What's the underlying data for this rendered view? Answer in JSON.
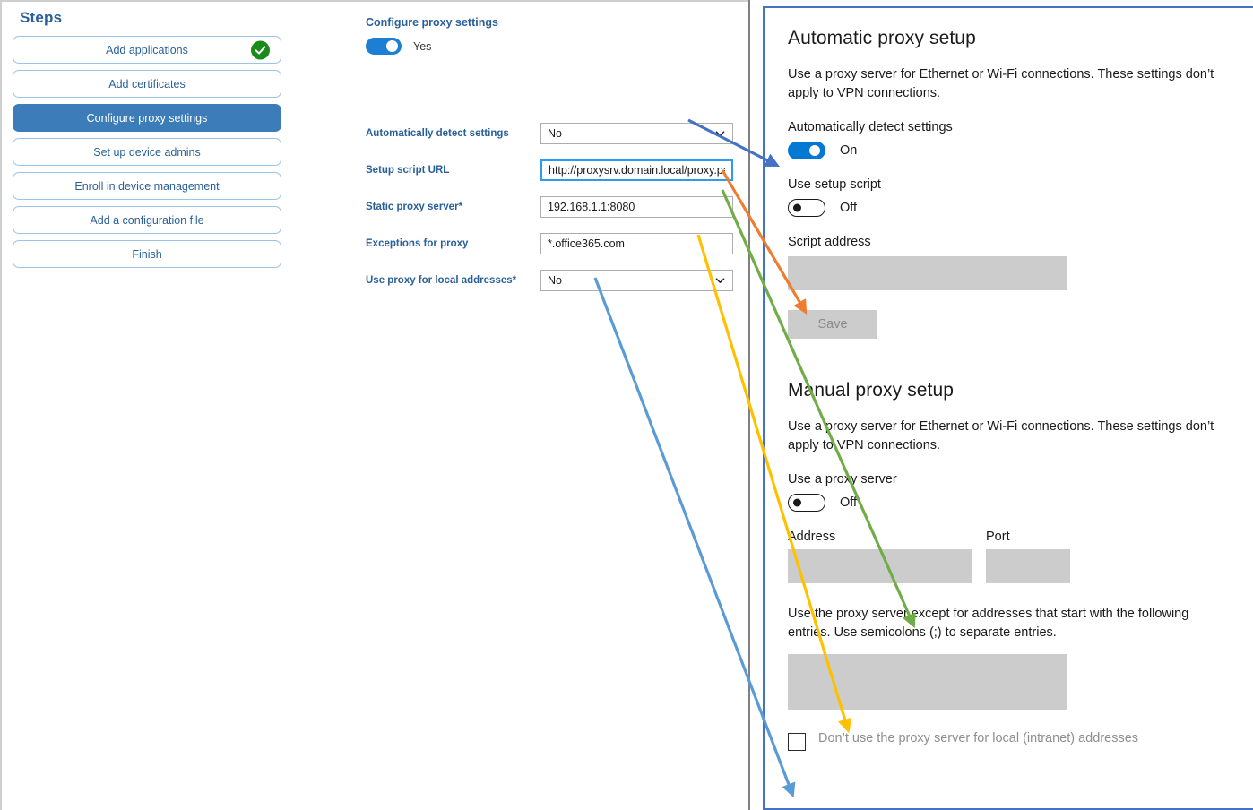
{
  "steps_panel": {
    "title": "Steps",
    "items": [
      {
        "label": "Add applications",
        "active": false,
        "completed": true
      },
      {
        "label": "Add certificates",
        "active": false,
        "completed": false
      },
      {
        "label": "Configure proxy settings",
        "active": true,
        "completed": false
      },
      {
        "label": "Set up device admins",
        "active": false,
        "completed": false
      },
      {
        "label": "Enroll in device management",
        "active": false,
        "completed": false
      },
      {
        "label": "Add a configuration file",
        "active": false,
        "completed": false
      },
      {
        "label": "Finish",
        "active": false,
        "completed": false
      }
    ]
  },
  "form": {
    "title": "Configure proxy settings",
    "toggle_label": "Yes",
    "fields": [
      {
        "label": "Automatically detect settings",
        "required": false,
        "type": "select",
        "value": "No"
      },
      {
        "label": "Setup script URL",
        "required": false,
        "type": "text",
        "value": "http://proxysrv.domain.local/proxy.pa"
      },
      {
        "label": "Static proxy server",
        "required": true,
        "type": "text",
        "value": "192.168.1.1:8080"
      },
      {
        "label": "Exceptions for proxy",
        "required": true,
        "type": "text",
        "value": "*.office365.com"
      },
      {
        "label": "Use proxy for local addresses",
        "required": true,
        "type": "select",
        "value": "No"
      }
    ]
  },
  "settings": {
    "auto": {
      "heading": "Automatic proxy setup",
      "description": "Use a proxy server for Ethernet or Wi-Fi connections. These settings don’t apply to VPN connections.",
      "detect_label": "Automatically detect settings",
      "detect_state": "On",
      "script_label": "Use setup script",
      "script_state": "Off",
      "script_address_label": "Script address",
      "script_address_value": "",
      "save_label": "Save"
    },
    "manual": {
      "heading": "Manual proxy setup",
      "description": "Use a proxy server for Ethernet or Wi-Fi connections. These settings don’t apply to VPN connections.",
      "use_proxy_label": "Use a proxy server",
      "use_proxy_state": "Off",
      "address_label": "Address",
      "address_value": "",
      "port_label": "Port",
      "port_value": "",
      "exceptions_description": "Use the proxy server except for addresses that start with the following entries. Use semicolons (;) to separate entries.",
      "exceptions_value": "",
      "bypass_local_label": "Don’t use the proxy server for local (intranet) addresses"
    }
  },
  "colors": {
    "accent_blue": "#2a6099",
    "active_step": "#3c7cb8",
    "step_border": "#9dc3e6",
    "check_green": "#1a8a1a",
    "win_toggle_on": "#0078d4",
    "panel_border": "#4472c4",
    "arrow_blue": "#4472c4",
    "arrow_orange": "#ed7d31",
    "arrow_green": "#70ad47",
    "arrow_yellow": "#ffc000",
    "arrow_lightblue": "#5b9bd5",
    "input_fill": "#cccccc"
  },
  "annotations": [
    {
      "name": "detect-settings-mapping",
      "color": "#4472c4",
      "from_field": "Automatically detect settings",
      "to_target": "Automatically detect settings toggle"
    },
    {
      "name": "setup-script-url-mapping",
      "color": "#ed7d31",
      "from_field": "Setup script URL",
      "to_target": "Script address"
    },
    {
      "name": "static-proxy-server-mapping",
      "color": "#70ad47",
      "from_field": "Static proxy server",
      "to_target": "Address"
    },
    {
      "name": "exceptions-mapping",
      "color": "#ffc000",
      "from_field": "Exceptions for proxy",
      "to_target": "Exceptions entry box"
    },
    {
      "name": "local-addresses-mapping",
      "color": "#5b9bd5",
      "from_field": "Use proxy for local addresses",
      "to_target": "Don’t use the proxy server for local (intranet) addresses"
    }
  ]
}
